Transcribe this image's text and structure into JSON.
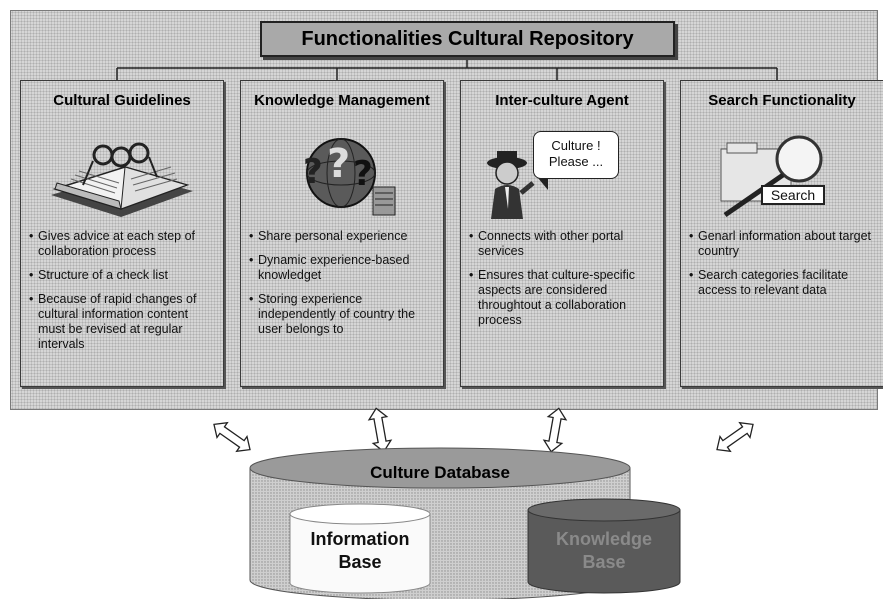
{
  "title": "Functionalities Cultural Repository",
  "panels": [
    {
      "title": "Cultural Guidelines",
      "icon": "open-book-icon",
      "bullets": [
        "Gives advice at each step of collaboration process",
        "Structure of a check list",
        "Because of rapid changes of cultural information content must be revised at regular intervals"
      ]
    },
    {
      "title": "Knowledge Management",
      "icon": "question-marks-globe-icon",
      "bullets": [
        "Share personal experience",
        "Dynamic experience-based knowledget",
        "Storing experience independently of country the user belongs to"
      ]
    },
    {
      "title": "Inter-culture Agent",
      "icon": "agent-figure-icon",
      "callout": "Culture ! Please ...",
      "bullets": [
        "Connects with other portal services",
        "Ensures that culture-specific aspects are considered throughtout a collaboration process"
      ]
    },
    {
      "title": "Search Functionality",
      "icon": "magnifier-icon",
      "search_label": "Search",
      "bullets": [
        "Genarl information about target country",
        "Search categories facilitate access to relevant data"
      ]
    }
  ],
  "database": {
    "title": "Culture Database",
    "information_base": "Information Base",
    "knowledge_base": "Knowledge Base"
  },
  "colors": {
    "panel_texture": "#d6d6d6",
    "title_box": "#a9a9a9",
    "knowledge_cylinder": "#555555"
  }
}
